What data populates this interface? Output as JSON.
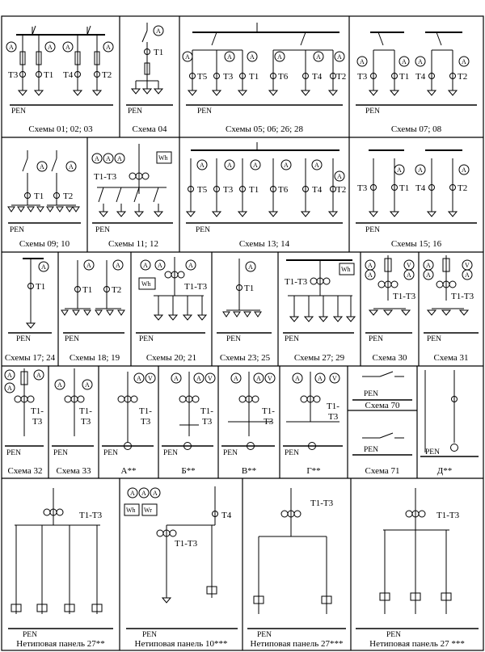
{
  "common": {
    "pen": "PEN",
    "ammeter": "A",
    "voltmeter": "V",
    "wattmeter": "Wh",
    "varmeter": "Wr"
  },
  "panels": [
    {
      "caption": "Схемы 01; 02; 03",
      "labels": [
        "T3",
        "T1",
        "T4",
        "T2"
      ]
    },
    {
      "caption": "Схема 04",
      "labels": [
        "T1"
      ]
    },
    {
      "caption": "Схемы 05; 06; 26; 28",
      "labels": [
        "T5",
        "T3",
        "T1",
        "T6",
        "T4",
        "T2"
      ]
    },
    {
      "caption": "Схемы 07; 08",
      "labels": [
        "T3",
        "T1",
        "T4",
        "T2"
      ]
    },
    {
      "caption": "Схемы 09; 10",
      "labels": [
        "T1",
        "T2"
      ]
    },
    {
      "caption": "Схемы 11; 12",
      "labels": [
        "T1-T3"
      ]
    },
    {
      "caption": "Схемы 13; 14",
      "labels": [
        "T5",
        "T3",
        "T1",
        "T6",
        "T4",
        "T2"
      ]
    },
    {
      "caption": "Схемы 15; 16",
      "labels": [
        "T3",
        "T1",
        "T4",
        "T2"
      ]
    },
    {
      "caption": "Схемы 17; 24",
      "labels": [
        "T1"
      ]
    },
    {
      "caption": "Схемы 18; 19",
      "labels": [
        "T1",
        "T2"
      ]
    },
    {
      "caption": "Схемы  20; 21",
      "labels": [
        "T1-T3"
      ]
    },
    {
      "caption": "Схемы 23; 25",
      "labels": [
        "T1"
      ]
    },
    {
      "caption": "Схемы  27; 29",
      "labels": [
        "T1-T3"
      ]
    },
    {
      "caption": "Схема 30",
      "labels": [
        "T1-T3"
      ]
    },
    {
      "caption": "Схема 31",
      "labels": [
        "T1-T3"
      ]
    },
    {
      "caption": "Схема 32",
      "labels": [
        "T1-",
        "T3"
      ]
    },
    {
      "caption": "Схема 33",
      "labels": [
        "T1-",
        "T3"
      ]
    },
    {
      "caption": "А**",
      "labels": [
        "T1-",
        "T3"
      ]
    },
    {
      "caption": "Б**",
      "labels": [
        "T1-",
        "T3"
      ]
    },
    {
      "caption": "В**",
      "labels": [
        "T1-",
        "T3"
      ]
    },
    {
      "caption": "Г**",
      "labels": [
        "T1-",
        "T3"
      ]
    },
    {
      "caption": "Схема 70",
      "labels": []
    },
    {
      "caption": "Схема 71",
      "labels": []
    },
    {
      "caption": "Д**",
      "labels": []
    },
    {
      "caption": "Нетиповая панель 27**",
      "labels": [
        "T1-T3"
      ]
    },
    {
      "caption": "Нетиповая панель 10***",
      "labels": [
        "T4",
        "T1-T3"
      ]
    },
    {
      "caption": "Нетиповая панель 27***",
      "labels": [
        "T1-T3"
      ]
    },
    {
      "caption": "Нетиповая панель 27 ***",
      "labels": [
        "T1-T3"
      ]
    }
  ]
}
